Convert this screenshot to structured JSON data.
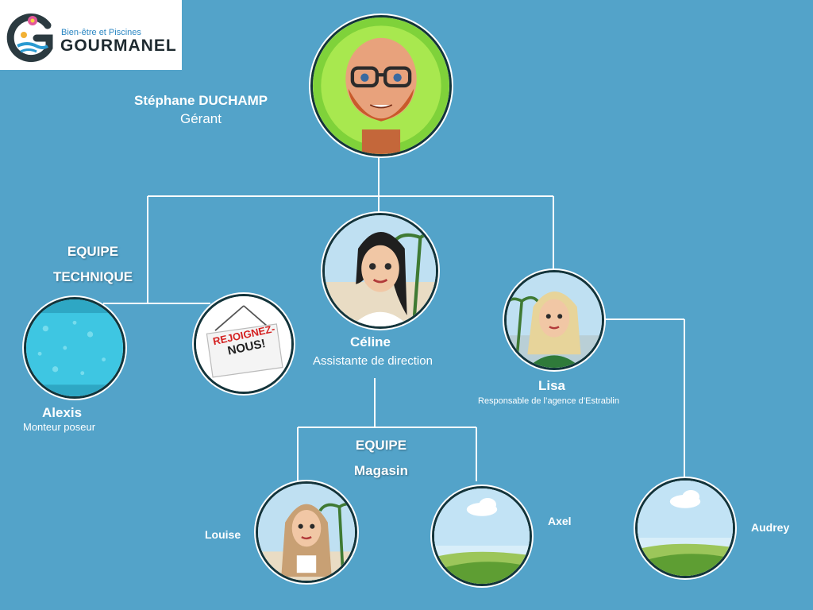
{
  "logo": {
    "tagline": "Bien-être et Piscines",
    "name": "GOURMANEL",
    "letter": "G"
  },
  "colors": {
    "background": "#53a3c9",
    "border": "#13343b",
    "line": "#ffffff"
  },
  "teams": {
    "technique_line1": "EQUIPE",
    "technique_line2": "TECHNIQUE",
    "magasin_line1": "EQUIPE",
    "magasin_line2": "Magasin"
  },
  "people": {
    "manager": {
      "name": "Stéphane DUCHAMP",
      "role": "Gérant"
    },
    "assistant": {
      "name": "Céline",
      "role": "Assistante de direction"
    },
    "agency": {
      "name": "Lisa",
      "role": "Responsable de l’agence d’Estrablin"
    },
    "fitter": {
      "name": "Alexis",
      "role": "Monteur poseur"
    },
    "hiring": {
      "line1": "REJOIGNEZ-",
      "line2": "NOUS!"
    },
    "shop1": {
      "name": "Louise"
    },
    "shop2": {
      "name": "Axel"
    },
    "agency_staff": {
      "name": "Audrey"
    }
  }
}
